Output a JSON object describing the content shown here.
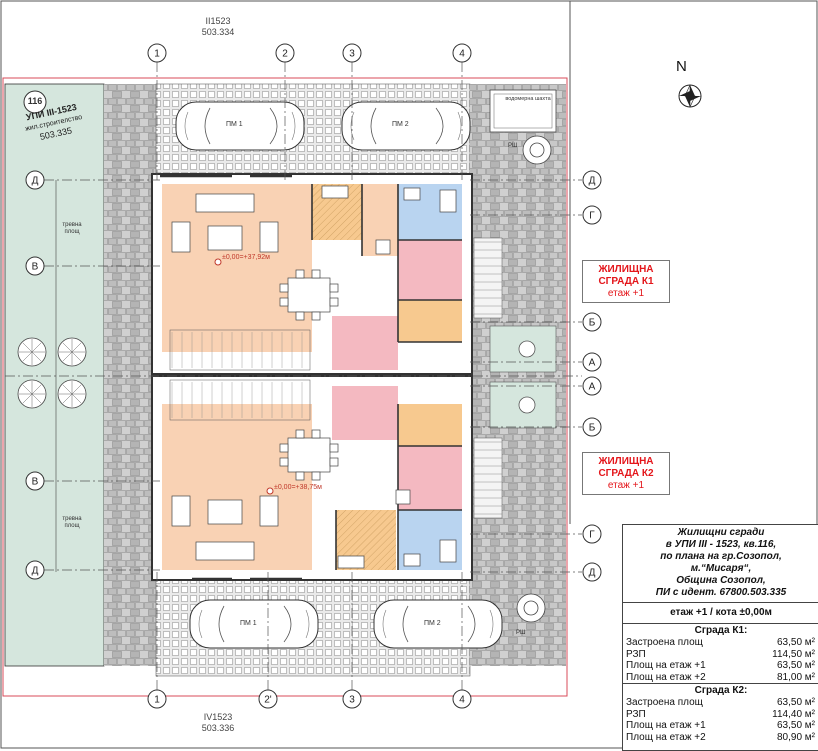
{
  "north_label": "N",
  "plots": {
    "top": {
      "line1": "II1523",
      "line2": "503.334"
    },
    "bottom": {
      "line1": "IV1523",
      "line2": "503.336"
    },
    "left": {
      "number": "116",
      "line1": "УПИ III-1523",
      "line2": "жил.строителство",
      "line3": "503.335"
    }
  },
  "axes": {
    "top": [
      "1",
      "2",
      "3",
      "4"
    ],
    "bottom": [
      "1",
      "2'",
      "3",
      "4"
    ],
    "rows_left": [
      "Д",
      "В",
      "В",
      "Д"
    ],
    "rows_right": [
      "Д",
      "Г",
      "Б",
      "А",
      "А",
      "Б",
      "Г",
      "Д"
    ]
  },
  "parking": {
    "top": [
      "ПМ 1",
      "ПМ 2"
    ],
    "bottom": [
      "ПМ 1",
      "ПМ 2"
    ]
  },
  "pump_label": "РШ",
  "well_label": "водомерна шахта",
  "grass_label": "тревна площ",
  "levels": {
    "k1": "±0,00=+37,92м",
    "k2": "±0,00=+38,75м"
  },
  "buildings": {
    "k1": {
      "line1": "ЖИЛИЩНА",
      "line2": "СГРАДА К1",
      "line3": "етаж +1"
    },
    "k2": {
      "line1": "ЖИЛИЩНА",
      "line2": "СГРАДА К2",
      "line3": "етаж +1"
    }
  },
  "info": {
    "title_lines": [
      "Жилищни сгради",
      "в УПИ III - 1523, кв.116,",
      "по плана на гр.Созопол,",
      "м.“Мисаря“,",
      "Община Созопол,",
      "ПИ с идент. 67800.503.335"
    ],
    "floor": "етаж +1 / кота ±0,00м",
    "k1": {
      "heading": "Сграда К1:",
      "rows": [
        {
          "label": "Застроена площ",
          "value": "63,50 м²"
        },
        {
          "label": "РЗП",
          "value": "114,50 м²"
        },
        {
          "label": "Площ на етаж +1",
          "value": "63,50 м²"
        },
        {
          "label": "Площ на етаж +2",
          "value": "81,00 м²"
        }
      ]
    },
    "k2": {
      "heading": "Сграда К2:",
      "rows": [
        {
          "label": "Застроена площ",
          "value": "63,50 м²"
        },
        {
          "label": "РЗП",
          "value": "114,40 м²"
        },
        {
          "label": "Площ на етаж +1",
          "value": "63,50 м²"
        },
        {
          "label": "Площ на етаж +2",
          "value": "80,90 м²"
        }
      ]
    }
  },
  "colors": {
    "living": "#f9d2b4",
    "bath": "#b9d4f0",
    "hall": "#f4b9c1",
    "storage": "#f7c98f",
    "grass": "#d5e6dd",
    "paving": "#c9c9c9",
    "red_text": "#e4161b"
  }
}
